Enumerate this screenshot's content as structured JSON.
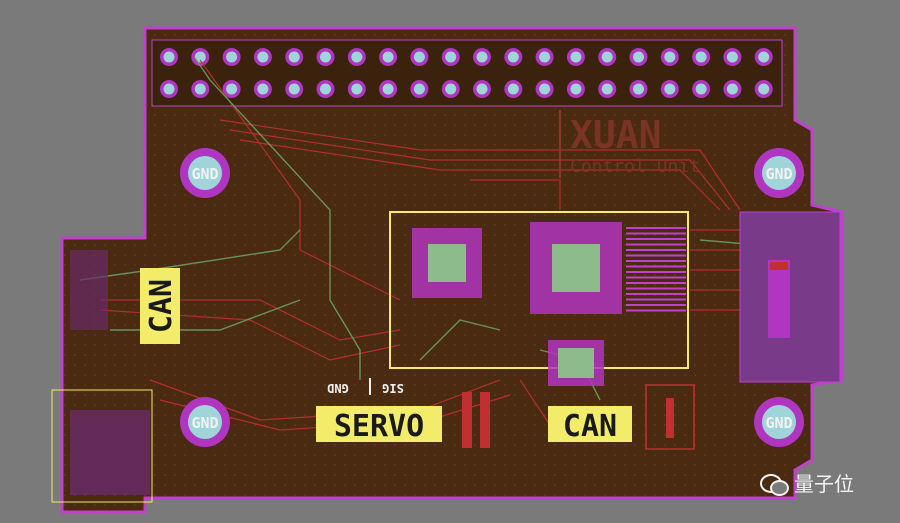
{
  "board": {
    "logo": "XUAN",
    "subtitle": "Control Unit",
    "labels": {
      "can_left": "CAN",
      "can_bottom": "CAN",
      "servo": "SERVO",
      "gnd_small": "GND",
      "sig_small": "SIG",
      "gnd_pad": "GND"
    }
  },
  "watermark": {
    "text": "量子位"
  },
  "colors": {
    "background": "#7a7a7a",
    "board_fill": "#4a2a10",
    "outline": "#c040d0",
    "copper_pad": "#b035c0",
    "silk_yellow": "#f2ec6a",
    "trace_red": "#c03030",
    "trace_green": "#6aa060",
    "hole": "#9fd4d8"
  }
}
